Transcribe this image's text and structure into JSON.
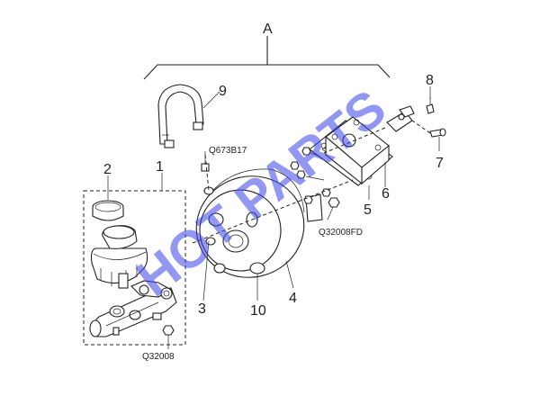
{
  "diagram": {
    "group_label": "A",
    "callouts": {
      "c1": "1",
      "c2": "2",
      "c3": "3",
      "c4": "4",
      "c5": "5",
      "c6": "6",
      "c7": "7",
      "c8": "8",
      "c9": "9",
      "c10": "10"
    },
    "codes": {
      "hose_clip": "Q673B17",
      "booster_nut": "Q32008FD",
      "cylinder_nut": "Q32008"
    },
    "watermark": "HOT PARTS"
  }
}
